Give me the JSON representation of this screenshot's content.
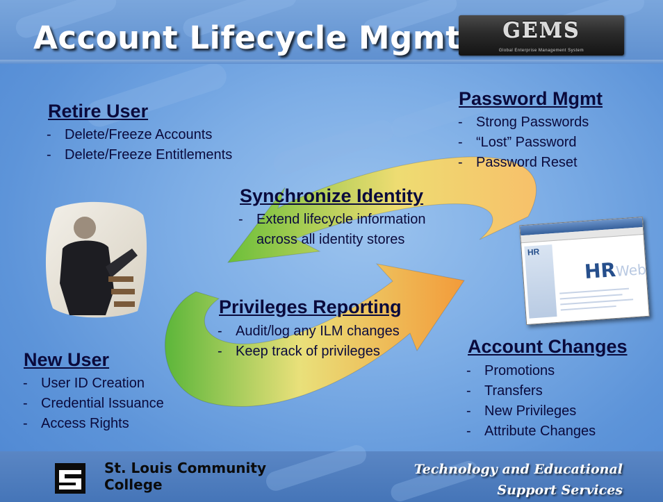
{
  "slide": {
    "title": "Account Lifecycle Mgmt",
    "logo": {
      "text": "GEMS",
      "subtitle": "Global Enterprise Management System"
    },
    "sections": {
      "retire_user": {
        "heading": "Retire User",
        "items": [
          "Delete/Freeze Accounts",
          "Delete/Freeze Entitlements"
        ]
      },
      "password_mgmt": {
        "heading": "Password Mgmt",
        "items": [
          "Strong Passwords",
          "“Lost” Password",
          "Password Reset"
        ]
      },
      "synchronize_identity": {
        "heading": "Synchronize Identity",
        "items": [
          "Extend lifecycle information",
          "across all identity stores"
        ]
      },
      "privileges_reporting": {
        "heading": "Privileges Reporting",
        "items": [
          "Audit/log any ILM changes",
          "Keep track of privileges"
        ]
      },
      "new_user": {
        "heading": "New User",
        "items": [
          "User ID Creation",
          "Credential Issuance",
          "Access Rights"
        ]
      },
      "account_changes": {
        "heading": "Account Changes",
        "items": [
          "Promotions",
          "Transfers",
          "New Privileges",
          "Attribute Changes"
        ]
      }
    },
    "images": {
      "hrweb": {
        "brand": "HR",
        "brand_suffix": "Web",
        "small_brand": "HR"
      }
    },
    "footer": {
      "college_line1": "St. Louis Community",
      "college_line2": "College",
      "dept_line1": "Technology and Educational",
      "dept_line2": "Support Services"
    },
    "colors": {
      "heading": "#0a0a3c",
      "arrow_orange": "#f4a340",
      "arrow_green": "#6cbf3a",
      "arrow_yellow": "#eadf6e"
    }
  }
}
